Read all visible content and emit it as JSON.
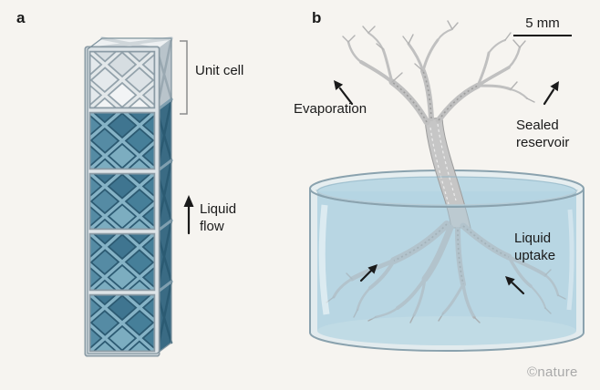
{
  "figure": {
    "panel_a": {
      "label": "a",
      "unit_cell": "Unit cell",
      "liquid_flow": "Liquid flow"
    },
    "panel_b": {
      "label": "b",
      "scale_bar": "5 mm",
      "evaporation": "Evaporation",
      "sealed_reservoir": "Sealed reservoir",
      "liquid_uptake": "Liquid uptake"
    },
    "watermark": "©nature",
    "colors": {
      "background": "#f6f4f0",
      "liquid_blue": "#4e86a0",
      "lattice_gray": "#dde3e7",
      "tree_gray": "#c2c2c2",
      "water": "#b3d4e2",
      "text": "#1a1a1a"
    }
  }
}
